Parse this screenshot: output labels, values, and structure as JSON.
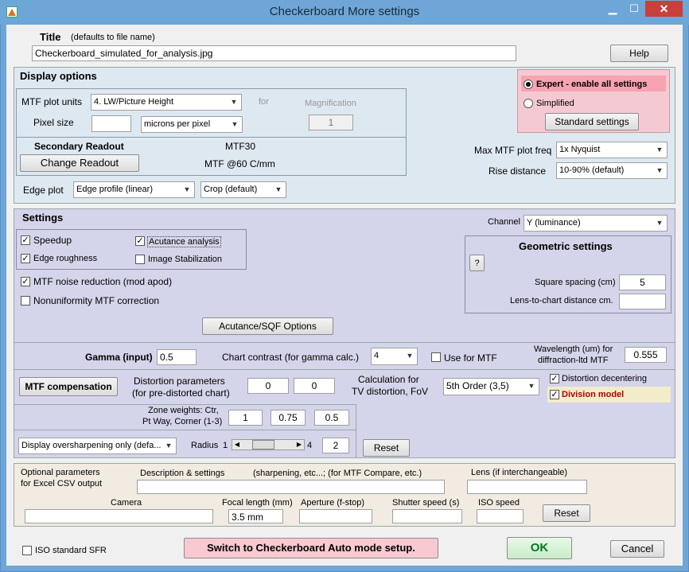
{
  "window": {
    "title": "Checkerboard More settings",
    "app_icon": "matlab-figure-icon"
  },
  "title_section": {
    "label": "Title",
    "hint": "(defaults to file name)",
    "value": "Checkerboard_simulated_for_analysis.jpg",
    "help": "Help"
  },
  "display": {
    "header": "Display options",
    "mtf_units_label": "MTF plot units",
    "mtf_units_value": "4. LW/Picture Height",
    "for_label": "for",
    "magnification_label": "Magnification",
    "magnification_value": "1",
    "pixel_size_label": "Pixel size",
    "pixel_size_value": "",
    "pixel_units_value": "microns per pixel",
    "secondary_readout_label": "Secondary Readout",
    "mtf30": "MTF30",
    "change_readout": "Change Readout",
    "mtf_at": "MTF @60 C/mm",
    "edge_plot_label": "Edge plot",
    "edge_plot_value": "Edge profile (linear)",
    "crop_value": "Crop (default)",
    "expert_label": "Expert - enable all settings",
    "simplified_label": "Simplified",
    "standard_settings": "Standard settings",
    "max_freq_label": "Max MTF plot freq",
    "max_freq_value": "1x Nyquist",
    "rise_label": "Rise distance",
    "rise_value": "10-90% (default)"
  },
  "settings": {
    "header": "Settings",
    "channel_label": "Channel",
    "channel_value": "Y (luminance)",
    "speedup": "Speedup",
    "acutance": "Acutance analysis",
    "edge_roughness": "Edge roughness",
    "image_stab": "Image Stabilization",
    "noise_reduction": "MTF noise reduction (mod  apod)",
    "nonuniformity": "Nonuniformity MTF correction",
    "acutance_options": "Acutance/SQF Options",
    "geo_header": "Geometric settings",
    "geo_help": "?",
    "square_spacing_label": "Square spacing (cm)",
    "square_spacing_value": "5",
    "lens_distance_label": "Lens-to-chart distance cm.",
    "lens_distance_value": ""
  },
  "gamma": {
    "label": "Gamma (input)",
    "value": "0.5",
    "contrast_label": "Chart contrast (for gamma calc.)",
    "contrast_value": "4",
    "use_for_mtf": "Use for MTF",
    "wavelength_label1": "Wavelength (um) for",
    "wavelength_label2": "diffraction-ltd MTF",
    "wavelength_value": "0.555"
  },
  "compensation": {
    "mtf_comp": "MTF compensation",
    "dist_label1": "Distortion parameters",
    "dist_label2": "(for pre-distorted chart)",
    "dist_val1": "0",
    "dist_val2": "0",
    "calc_label1": "Calculation for",
    "calc_label2": "TV distortion, FoV",
    "order_value": "5th Order (3,5)",
    "decentering": "Distortion decentering",
    "division_model": "Division model",
    "zone_label1": "Zone weights:  Ctr,",
    "zone_label2": "Pt Way, Corner (1-3)",
    "zone_ctr": "1",
    "zone_pt": "0.75",
    "zone_corner": "0.5",
    "oversharp_value": "Display oversharpening only (defa...",
    "radius_label": "Radius",
    "radius_min": "1",
    "radius_max": "4",
    "radius_value": "2",
    "slider_value": 0.33,
    "reset": "Reset"
  },
  "optional": {
    "label1": "Optional parameters",
    "label2": "for Excel CSV output",
    "desc_label": "Description & settings",
    "desc_hint": "(sharpening, etc...; (for MTF Compare, etc.)",
    "lens_label": "Lens (if interchangeable)",
    "camera_label": "Camera",
    "focal_label": "Focal length (mm)",
    "focal_value": "3.5 mm",
    "aperture_label": "Aperture (f-stop)",
    "shutter_label": "Shutter speed (s)",
    "iso_label": "ISO speed",
    "reset": "Reset"
  },
  "footer": {
    "iso_sfr": "ISO standard SFR",
    "switch": "Switch to Checkerboard Auto mode setup.",
    "ok": "OK",
    "cancel": "Cancel"
  },
  "colors": {
    "titlebar": "#6ea6d8",
    "close": "#c7413a",
    "ok_text": "#007a1f",
    "division_model_text": "#b00000"
  }
}
